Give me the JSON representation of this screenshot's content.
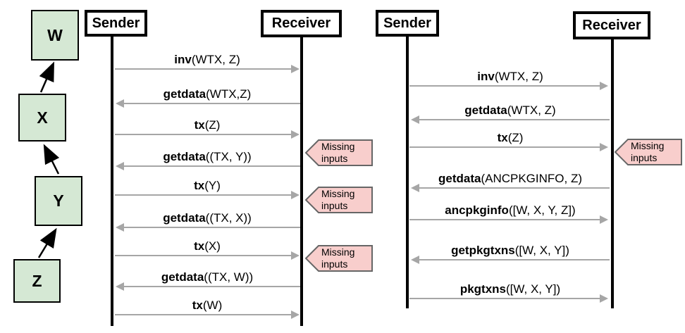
{
  "colors": {
    "chain_node_fill": "#d5e8d4",
    "callout_fill": "#f8cecc",
    "callout_border": "#666666",
    "arrow_gray": "#a6a6a6"
  },
  "left_chain": {
    "nodes": [
      {
        "label": "W"
      },
      {
        "label": "X"
      },
      {
        "label": "Y"
      },
      {
        "label": "Z"
      }
    ]
  },
  "middle_diagram": {
    "sender_label": "Sender",
    "receiver_label": "Receiver",
    "messages": [
      {
        "fn": "inv",
        "args": "(WTX, Z)",
        "dir": "right"
      },
      {
        "fn": "getdata",
        "args": "(WTX,Z)",
        "dir": "left"
      },
      {
        "fn": "tx",
        "args": "(Z)",
        "dir": "right"
      },
      {
        "fn": "getdata",
        "args": "((TX, Y))",
        "dir": "left"
      },
      {
        "fn": "tx",
        "args": "(Y)",
        "dir": "right"
      },
      {
        "fn": "getdata",
        "args": "((TX, X))",
        "dir": "left"
      },
      {
        "fn": "tx",
        "args": "(X)",
        "dir": "right"
      },
      {
        "fn": "getdata",
        "args": "((TX, W))",
        "dir": "left"
      },
      {
        "fn": "tx",
        "args": "(W)",
        "dir": "right"
      }
    ],
    "callouts": [
      {
        "text": "Missing inputs"
      },
      {
        "text": "Missing inputs"
      },
      {
        "text": "Missing inputs"
      }
    ]
  },
  "right_diagram": {
    "sender_label": "Sender",
    "receiver_label": "Receiver",
    "messages": [
      {
        "fn": "inv",
        "args": "(WTX, Z)",
        "dir": "right"
      },
      {
        "fn": "getdata",
        "args": "(WTX, Z)",
        "dir": "left"
      },
      {
        "fn": "tx",
        "args": "(Z)",
        "dir": "right"
      },
      {
        "fn": "getdata",
        "args": "(ANCPKGINFO, Z)",
        "dir": "left"
      },
      {
        "fn": "ancpkginfo",
        "args": "([W, X, Y, Z])",
        "dir": "right"
      },
      {
        "fn": "getpkgtxns",
        "args": "([W, X, Y])",
        "dir": "left"
      },
      {
        "fn": "pkgtxns",
        "args": "([W, X, Y])",
        "dir": "right"
      }
    ],
    "callouts": [
      {
        "text": "Missing inputs"
      }
    ]
  }
}
